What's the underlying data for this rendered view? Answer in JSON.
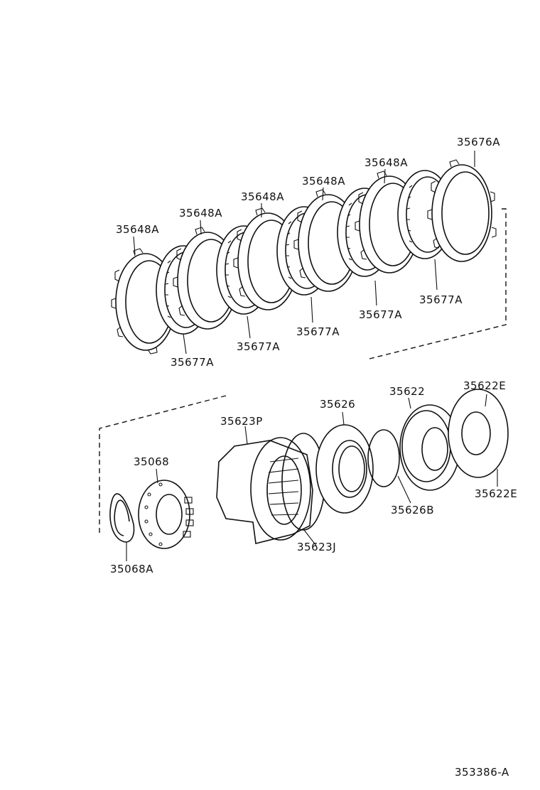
{
  "diagram_id": "353386-A",
  "parts": {
    "p35676A": "35676A",
    "p35648A_1": "35648A",
    "p35648A_2": "35648A",
    "p35648A_3": "35648A",
    "p35648A_4": "35648A",
    "p35648A_5": "35648A",
    "p35677A_1": "35677A",
    "p35677A_2": "35677A",
    "p35677A_3": "35677A",
    "p35677A_4": "35677A",
    "p35677A_5": "35677A",
    "p35622": "35622",
    "p35622E_1": "35622E",
    "p35622E_2": "35622E",
    "p35626": "35626",
    "p35626B": "35626B",
    "p35623P": "35623P",
    "p35623J": "35623J",
    "p35068": "35068",
    "p35068A": "35068A"
  }
}
